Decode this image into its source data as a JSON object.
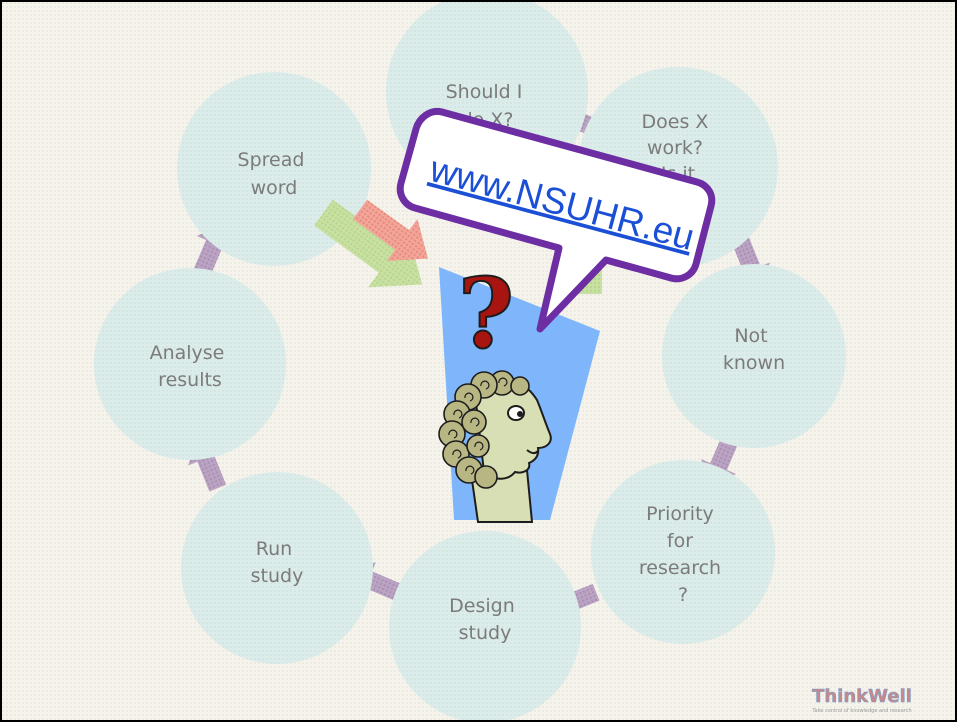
{
  "nodes": [
    {
      "id": "should",
      "lines": [
        "Should I",
        "do X?"
      ]
    },
    {
      "id": "does",
      "lines": [
        "Does X",
        "work?",
        "Is it"
      ]
    },
    {
      "id": "notknown",
      "lines": [
        "Not",
        "known"
      ]
    },
    {
      "id": "priority",
      "lines": [
        "Priority",
        "for",
        "research",
        "?"
      ]
    },
    {
      "id": "design",
      "lines": [
        "Design",
        "study"
      ]
    },
    {
      "id": "run",
      "lines": [
        "Run",
        "study"
      ]
    },
    {
      "id": "analyse",
      "lines": [
        "Analyse",
        "results"
      ]
    },
    {
      "id": "spread",
      "lines": [
        "Spread",
        "word"
      ]
    }
  ],
  "callout": {
    "text": "www.NSUHR.eu"
  },
  "figure": {
    "mark": "?"
  },
  "logo": {
    "name": "ThinkWell",
    "tagline": "Take control of knowledge and research"
  },
  "colors": {
    "background": "#f4f2ea",
    "node_fill": "#d9ebe7",
    "cycle_arrow": "#b49cbd",
    "callout_border": "#6d2da3",
    "callout_text": "#1a4fd6",
    "panel": "#7fb6fb",
    "question_mark": "#a8140f",
    "green_arrow": "#c2dd9a",
    "red_arrow": "#f09d92"
  }
}
